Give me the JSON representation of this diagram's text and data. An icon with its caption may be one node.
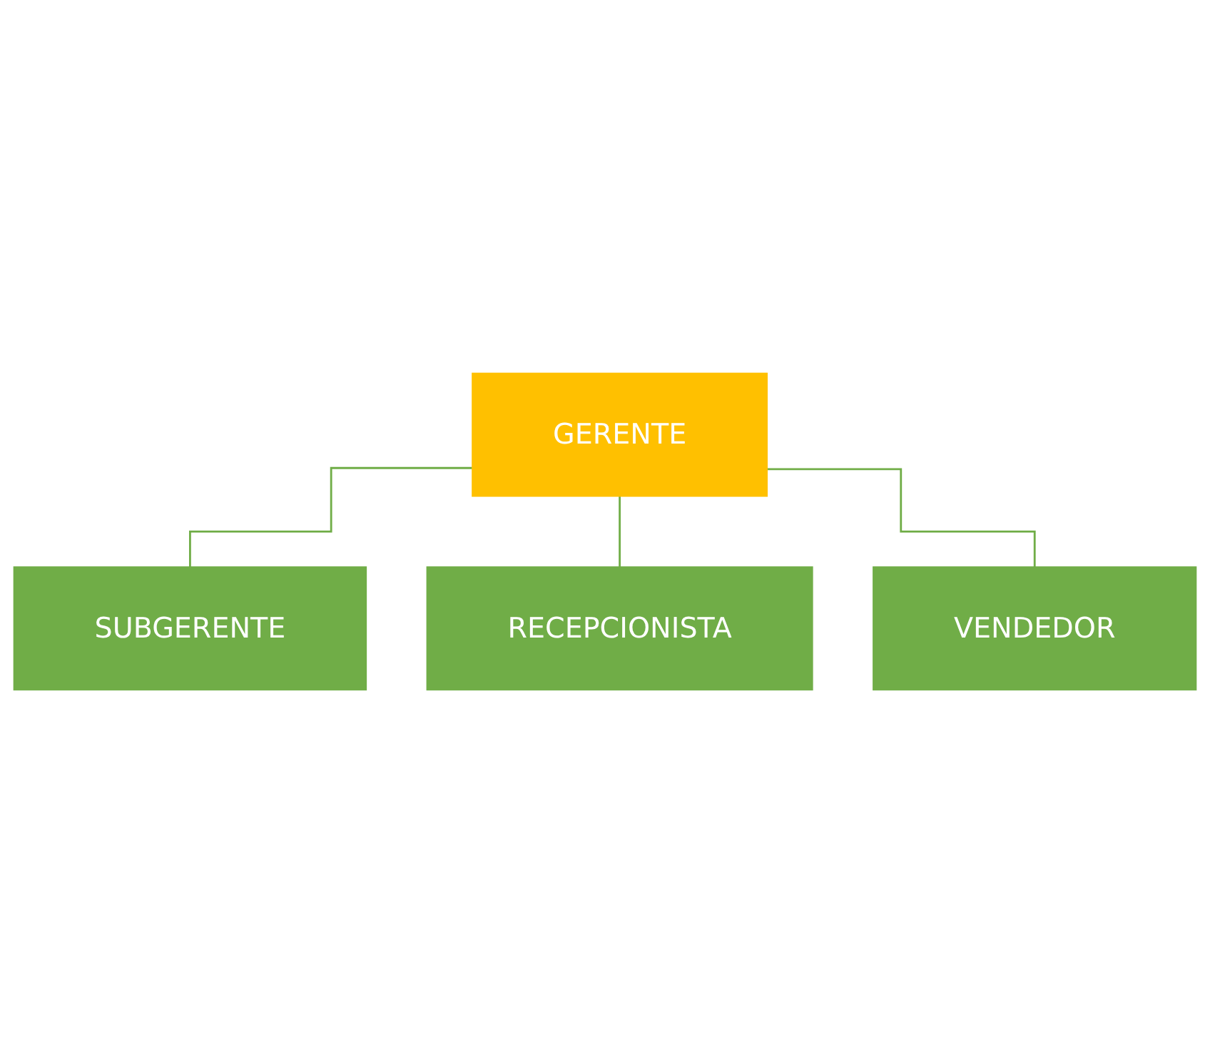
{
  "diagram": {
    "nodes": [
      {
        "text": [
          "GERENTE"
        ]
      },
      {
        "text": [
          "SUBGERENTE"
        ]
      },
      {
        "text": [
          "RECEPCIONISTA"
        ]
      },
      {
        "text": [
          "VENDEDOR"
        ]
      }
    ],
    "edges": [
      {
        "from": 0,
        "to": 1,
        "arrow": "none"
      },
      {
        "from": 0,
        "to": 2,
        "arrow": "none"
      },
      {
        "from": 0,
        "to": 3,
        "arrow": "none"
      }
    ]
  }
}
